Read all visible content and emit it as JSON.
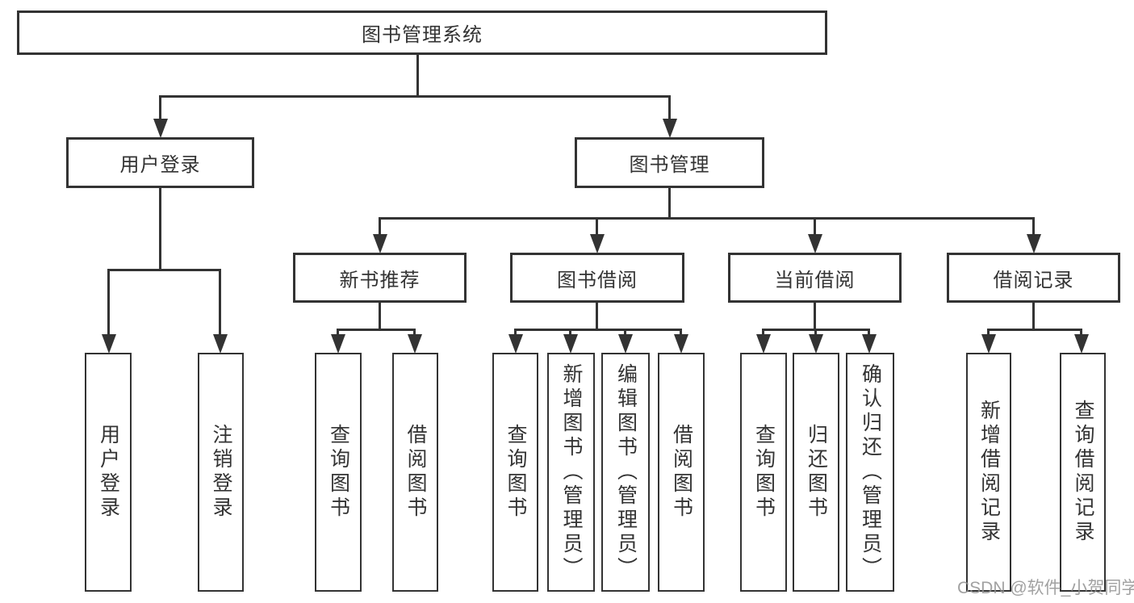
{
  "tree": {
    "label": "图书管理系统",
    "children": [
      {
        "label": "用户登录",
        "children": [
          {
            "label": "用户登录"
          },
          {
            "label": "注销登录"
          }
        ]
      },
      {
        "label": "图书管理",
        "children": [
          {
            "label": "新书推荐",
            "children": [
              {
                "label": "查询图书"
              },
              {
                "label": "借阅图书"
              }
            ]
          },
          {
            "label": "图书借阅",
            "children": [
              {
                "label": "查询图书"
              },
              {
                "label": "新增图书（管理员）"
              },
              {
                "label": "编辑图书（管理员）"
              },
              {
                "label": "借阅图书"
              }
            ]
          },
          {
            "label": "当前借阅",
            "children": [
              {
                "label": "查询图书"
              },
              {
                "label": "归还图书"
              },
              {
                "label": "确认归还（管理员）"
              }
            ]
          },
          {
            "label": "借阅记录",
            "children": [
              {
                "label": "新增借阅记录"
              },
              {
                "label": "查询借阅记录"
              }
            ]
          }
        ]
      }
    ]
  },
  "watermark": {
    "text": "CSDN @软件_小贺同学"
  },
  "colors": {
    "line": "#333333",
    "background": "#ffffff",
    "watermark_text": "#919191"
  }
}
